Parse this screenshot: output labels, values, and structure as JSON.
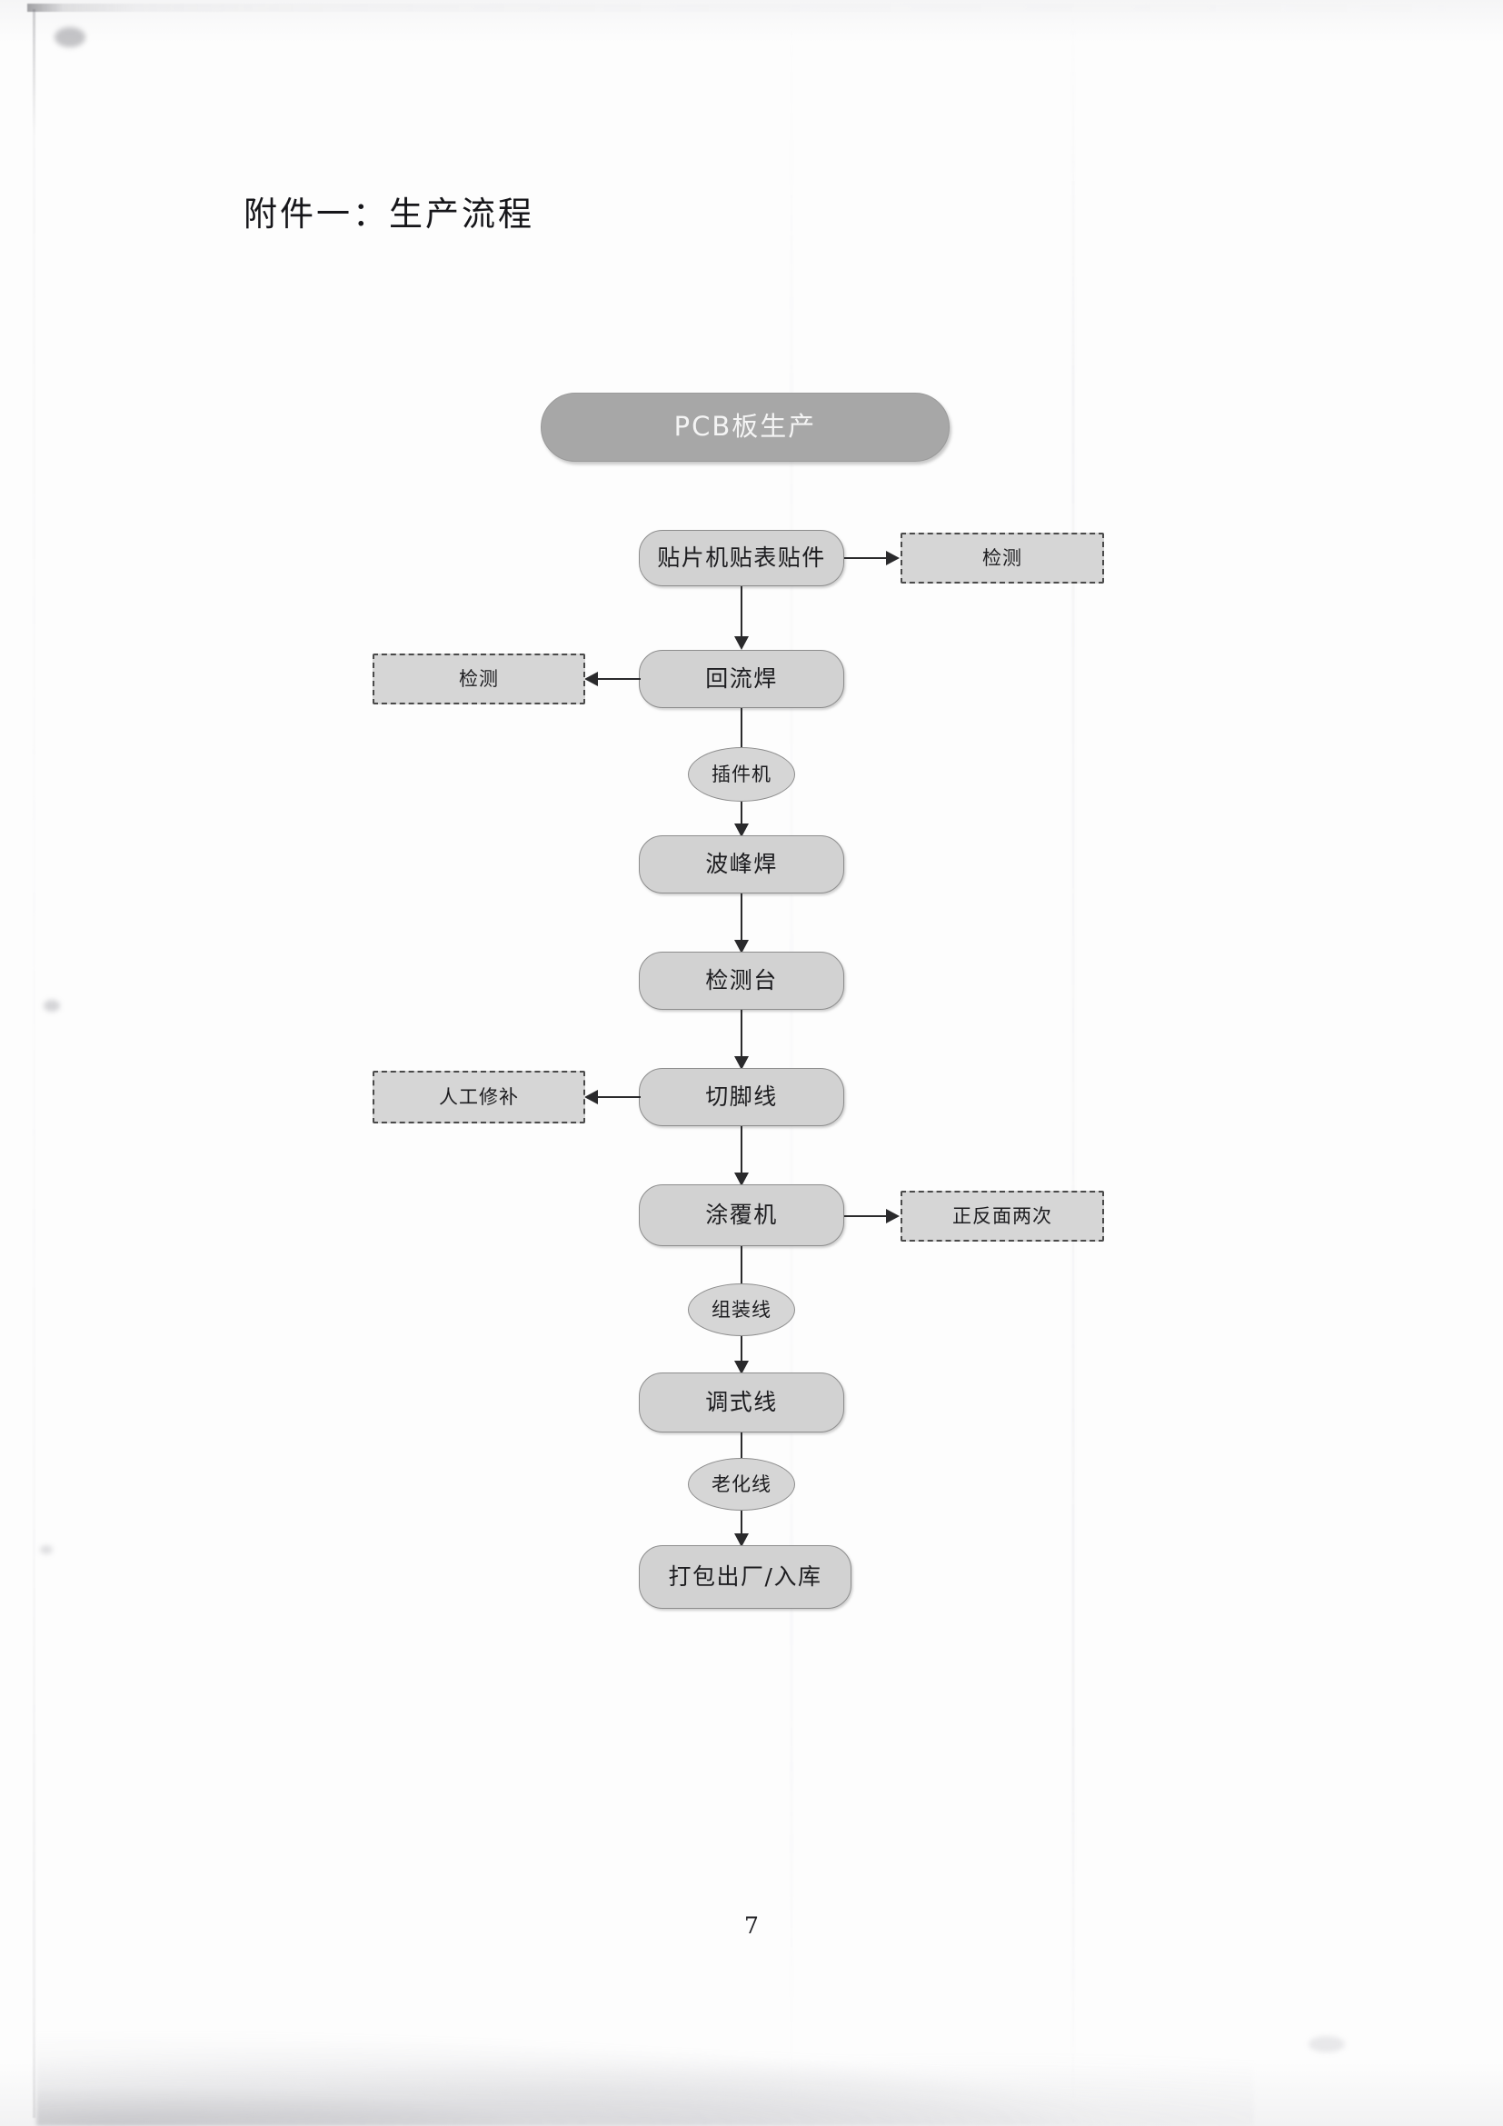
{
  "document": {
    "title": "附件一：生产流程",
    "page_number": "7"
  },
  "colors": {
    "node_fill": "#d2d2d2",
    "node_stroke": "#8d8d8d",
    "banner_fill": "#a7a7a7",
    "banner_text": "#f4f4f4",
    "dashed_fill": "#d6d6d6",
    "dashed_stroke": "#4a4a4a",
    "connector": "#2a2a2c",
    "paper": "#fdfdfd"
  },
  "chart_data": {
    "type": "diagram",
    "diagram_kind": "flowchart",
    "title": "附件一：生产流程",
    "orientation": "top-to-bottom",
    "nodes": [
      {
        "id": "n1",
        "label": "PCB板生产",
        "shape": "banner",
        "column": "main"
      },
      {
        "id": "n2",
        "label": "贴片机贴表贴件",
        "shape": "process",
        "column": "main"
      },
      {
        "id": "a1",
        "label": "检测",
        "shape": "dashed",
        "column": "right"
      },
      {
        "id": "n3",
        "label": "回流焊",
        "shape": "process",
        "column": "main"
      },
      {
        "id": "a2",
        "label": "检测",
        "shape": "dashed",
        "column": "left"
      },
      {
        "id": "n4",
        "label": "插件机",
        "shape": "ellipse",
        "column": "main"
      },
      {
        "id": "n5",
        "label": "波峰焊",
        "shape": "process",
        "column": "main"
      },
      {
        "id": "n6",
        "label": "检测台",
        "shape": "process",
        "column": "main"
      },
      {
        "id": "n7",
        "label": "切脚线",
        "shape": "process",
        "column": "main"
      },
      {
        "id": "a3",
        "label": "人工修补",
        "shape": "dashed",
        "column": "left"
      },
      {
        "id": "n8",
        "label": "涂覆机",
        "shape": "process",
        "column": "main"
      },
      {
        "id": "a4",
        "label": "正反面两次",
        "shape": "dashed",
        "column": "right"
      },
      {
        "id": "n9",
        "label": "组装线",
        "shape": "ellipse",
        "column": "main"
      },
      {
        "id": "n10",
        "label": "调式线",
        "shape": "process",
        "column": "main"
      },
      {
        "id": "n11",
        "label": "老化线",
        "shape": "ellipse",
        "column": "main"
      },
      {
        "id": "n12",
        "label": "打包出厂/入库",
        "shape": "process",
        "column": "main"
      }
    ],
    "edges": [
      {
        "from": "n2",
        "to": "a1",
        "direction": "right",
        "arrow": true
      },
      {
        "from": "n2",
        "to": "n3",
        "direction": "down",
        "arrow": true
      },
      {
        "from": "n3",
        "to": "a2",
        "direction": "left",
        "arrow": true
      },
      {
        "from": "n3",
        "to": "n4",
        "direction": "down",
        "arrow": false
      },
      {
        "from": "n4",
        "to": "n5",
        "direction": "down",
        "arrow": true
      },
      {
        "from": "n5",
        "to": "n6",
        "direction": "down",
        "arrow": true
      },
      {
        "from": "n6",
        "to": "n7",
        "direction": "down",
        "arrow": true
      },
      {
        "from": "n7",
        "to": "a3",
        "direction": "left",
        "arrow": true
      },
      {
        "from": "n7",
        "to": "n8",
        "direction": "down",
        "arrow": true
      },
      {
        "from": "n8",
        "to": "a4",
        "direction": "right",
        "arrow": true
      },
      {
        "from": "n8",
        "to": "n9",
        "direction": "down",
        "arrow": false
      },
      {
        "from": "n9",
        "to": "n10",
        "direction": "down",
        "arrow": true
      },
      {
        "from": "n10",
        "to": "n11",
        "direction": "down",
        "arrow": false
      },
      {
        "from": "n11",
        "to": "n12",
        "direction": "down",
        "arrow": true
      }
    ]
  },
  "flow": {
    "banner": {
      "label": "PCB板生产"
    },
    "steps": [
      {
        "label": "贴片机贴表贴件"
      },
      {
        "label": "回流焊"
      },
      {
        "label": "插件机"
      },
      {
        "label": "波峰焊"
      },
      {
        "label": "检测台"
      },
      {
        "label": "切脚线"
      },
      {
        "label": "涂覆机"
      },
      {
        "label": "组装线"
      },
      {
        "label": "调式线"
      },
      {
        "label": "老化线"
      },
      {
        "label": "打包出厂/入库"
      }
    ],
    "annotations": {
      "smt_check": "检测",
      "reflow_check": "检测",
      "manual_repair": "人工修补",
      "coating_twice": "正反面两次"
    }
  }
}
